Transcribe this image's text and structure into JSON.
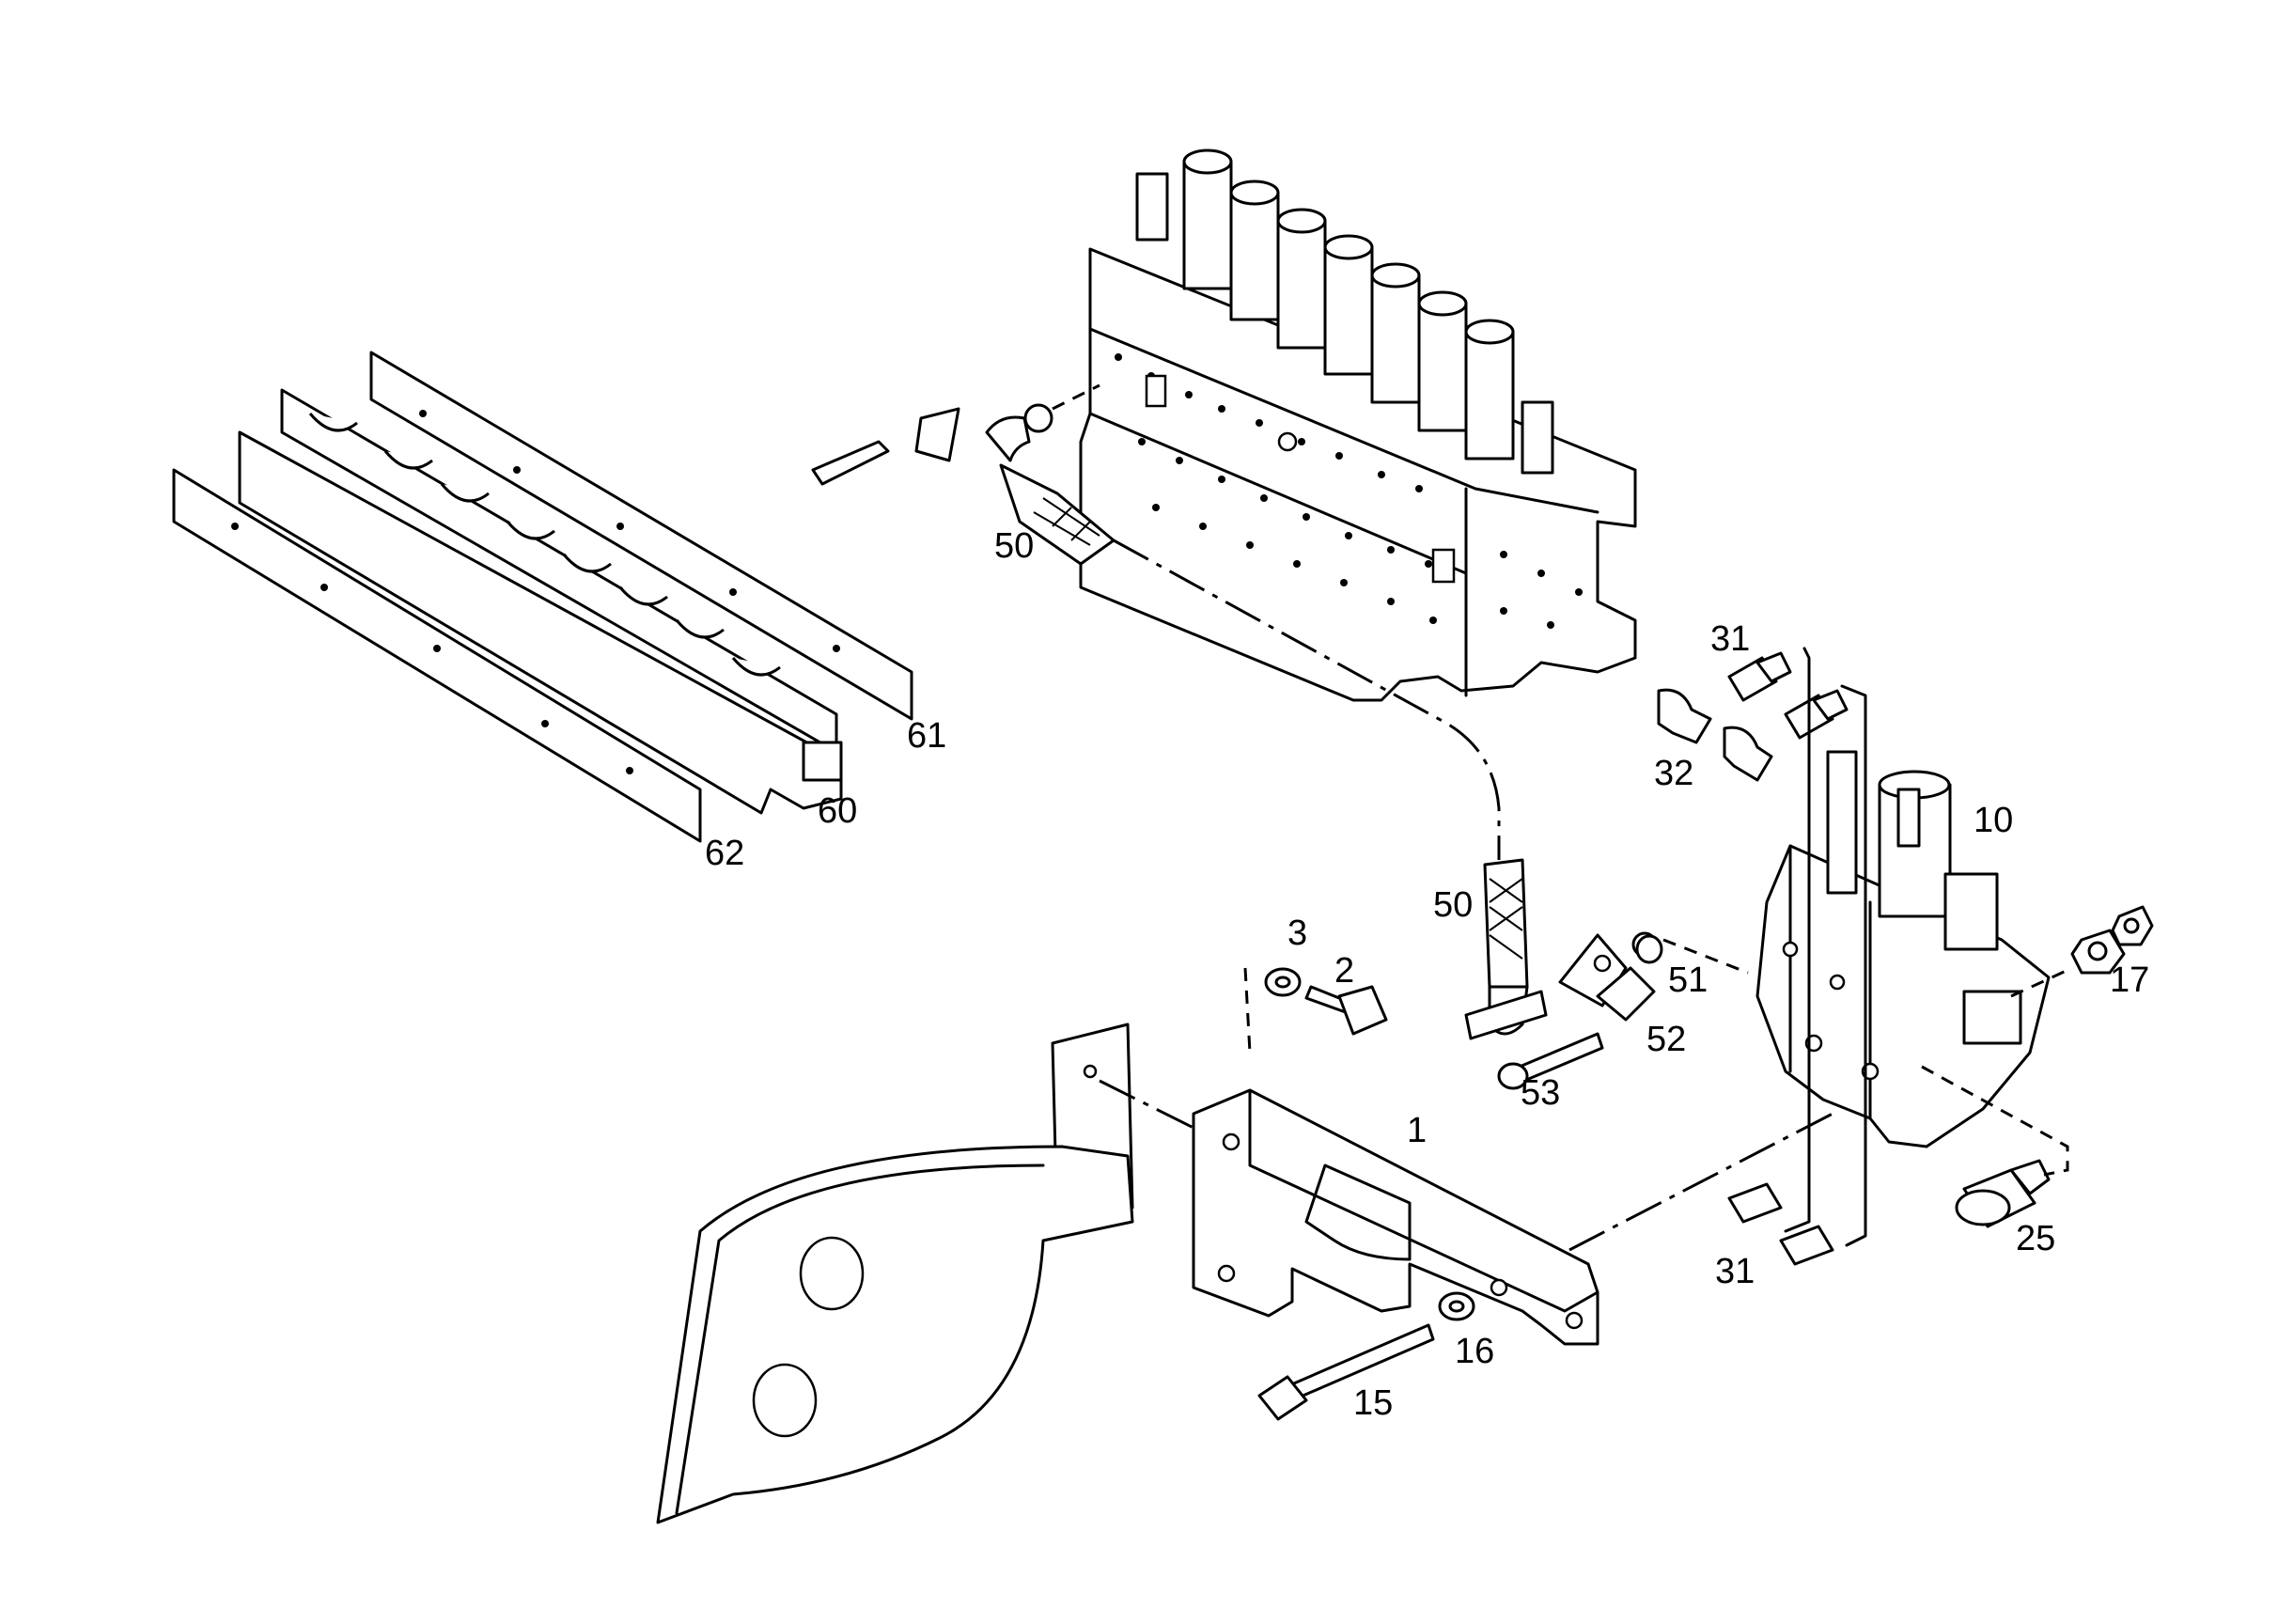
{
  "callouts": {
    "c1": "1",
    "c2": "2",
    "c3": "3",
    "c10": "10",
    "c15": "15",
    "c16": "16",
    "c17": "17",
    "c25": "25",
    "c31a": "31",
    "c31b": "31",
    "c32": "32",
    "c50a": "50",
    "c50b": "50",
    "c51": "51",
    "c52": "52",
    "c53": "53",
    "c60": "60",
    "c61": "61",
    "c62": "62"
  }
}
